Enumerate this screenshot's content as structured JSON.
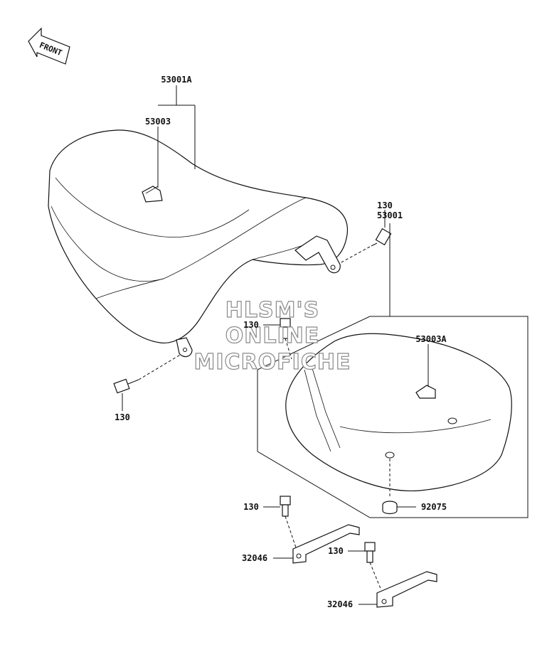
{
  "diagram": {
    "direction_label": "FRONT",
    "watermark": [
      "HLSM'S",
      "ONLINE",
      "MICROFICHE"
    ],
    "part_labels": {
      "seat_assembly_main": "53001A",
      "seat_label_main": "53003",
      "seat_assembly_alt": "53001",
      "seat_label_alt": "53003A",
      "bolt": "130",
      "damper": "92075",
      "bracket": "32046"
    }
  }
}
